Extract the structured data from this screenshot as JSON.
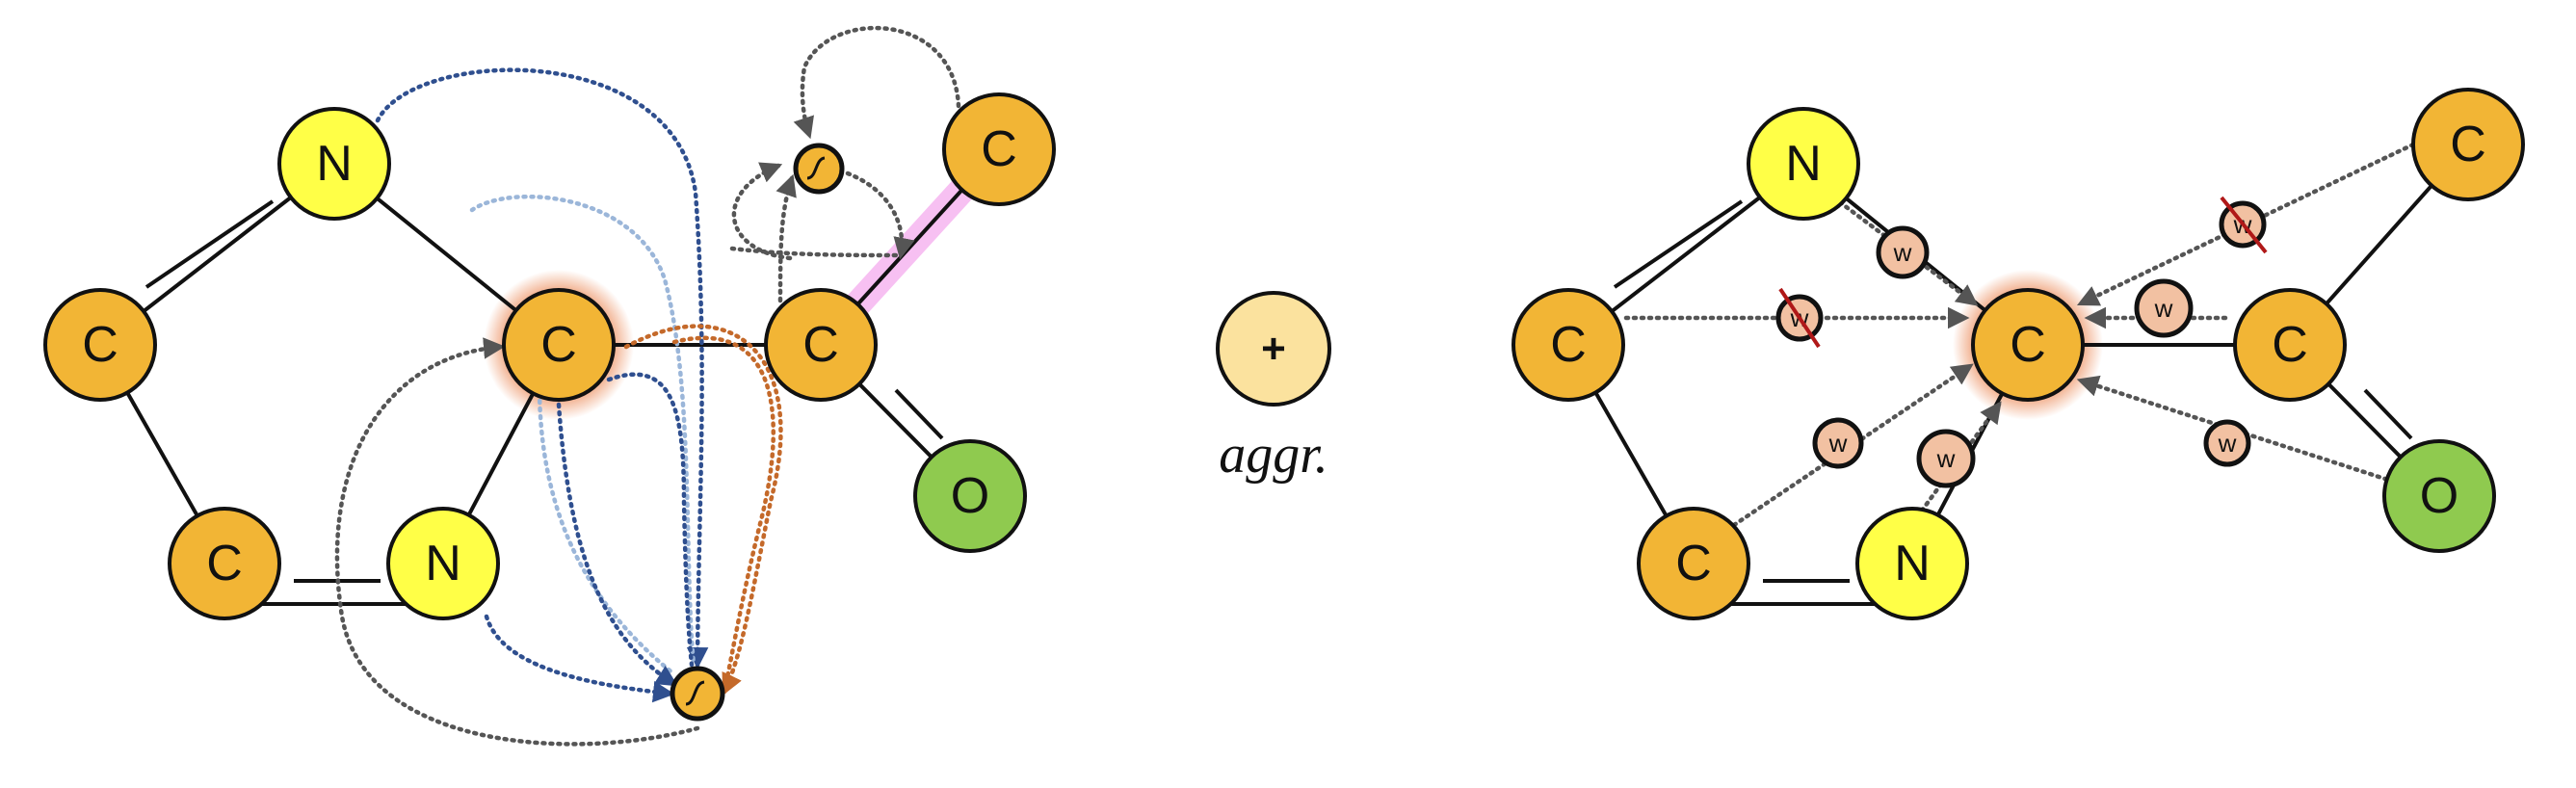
{
  "colors": {
    "carbon": "#f2b535",
    "nitrogen": "#ffff47",
    "oxygen": "#8fca4f",
    "weight": "#f2c1a2",
    "aggregation": "#fbe29e",
    "gray_edge": "#555555",
    "dark_blue_edge": "#2f4f8f",
    "light_blue_edge": "#9bb6d9",
    "orange_edge": "#c4692a",
    "highlight_bond": "#f08ce8",
    "center_glow": "#e8753a",
    "removed_mark": "#b01818"
  },
  "atoms": {
    "carbon": "C",
    "nitrogen": "N",
    "oxygen": "O"
  },
  "weight_label": "w",
  "operator_symbol": "+",
  "operator_label": "aggr.",
  "nonlinearity_icon": "sigmoid-icon"
}
